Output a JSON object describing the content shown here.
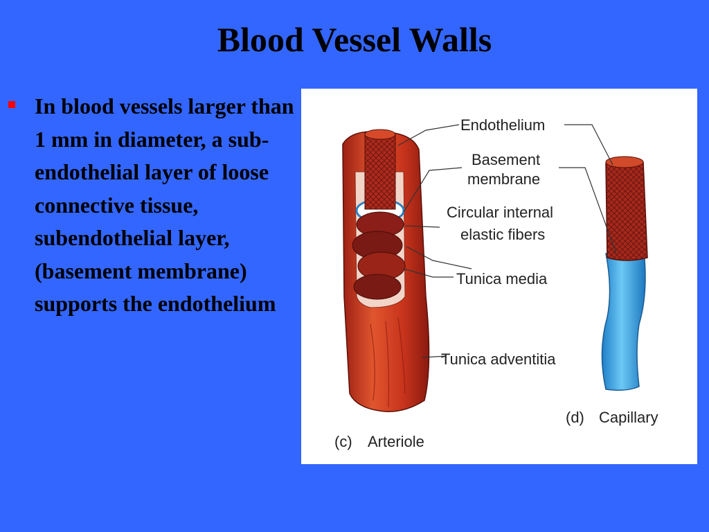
{
  "title": "Blood Vessel Walls",
  "bullet_text": "In blood vessels larger than 1 mm in diameter, a sub-endothelial layer of loose connective tissue, subendothelial layer, (basement membrane) supports the endothelium",
  "figure": {
    "labels": {
      "endothelium": "Endothelium",
      "basement_line1": "Basement",
      "basement_line2": "membrane",
      "circular_line1": "Circular internal",
      "circular_line2": "elastic fibers",
      "tunica_media": "Tunica media",
      "tunica_adventitia": "Tunica adventitia"
    },
    "captions": {
      "c_letter": "(c)",
      "c_name": "Arteriole",
      "d_letter": "(d)",
      "d_name": "Capillary"
    }
  },
  "colors": {
    "background": "#3366ff",
    "bullet": "#ff0000",
    "vessel_red": "#c8341c",
    "vessel_dark": "#7a1a14",
    "capillary_blue": "#3aa8e8"
  }
}
